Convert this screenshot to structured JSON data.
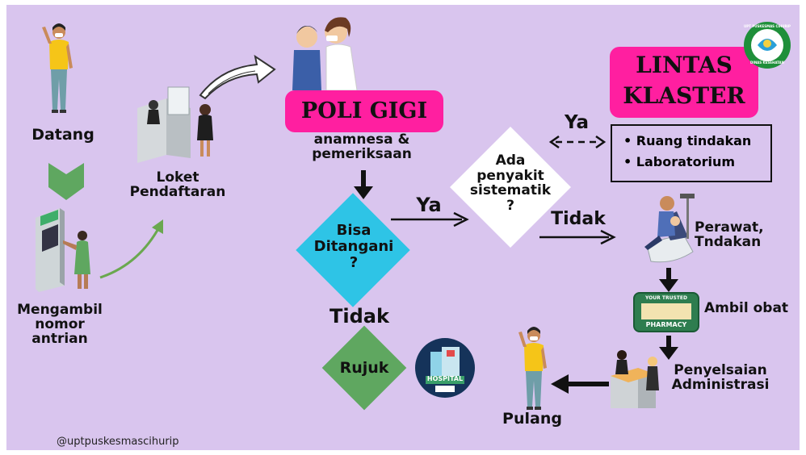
{
  "steps": {
    "datang": "Datang",
    "antrian": "Mengambil\nnomor\nantrian",
    "loket": "Loket\nPendaftaran",
    "poli": "POLI GIGI",
    "poli_sub": "anamnesa &\npemeriksaan",
    "bisa": "Bisa\nDitangani\n?",
    "tidak_1": "Tidak",
    "rujuk": "Rujuk",
    "hospital": "HOSPITAL",
    "ya_1": "Ya",
    "ada": "Ada\npenyakit\nsistematik\n?",
    "ya_2": "Ya",
    "tidak_2": "Tidak",
    "lintas": "LINTAS\nKLASTER",
    "lintas_items": [
      "Ruang tindakan",
      "Laboratorium"
    ],
    "perawat": "Perawat,\nTndakan",
    "obat": "Ambil obat",
    "pharmacy_top": "YOUR TRUSTED",
    "pharmacy": "PHARMACY",
    "penyelesaian": "Penyelsaian\nAdministrasi",
    "pulang": "Pulang",
    "handle": "@uptpuskesmascihurip"
  },
  "logo": {
    "ring_top": "UPT PUSKESMAS CIHURIP",
    "ring_bottom": "DINAS KESEHATAN"
  },
  "colors": {
    "background": "#d9c5ee",
    "pink": "#ff1fa0",
    "cyan": "#2ec4e6",
    "green": "#5fa760",
    "arrow_green": "#6aa84f"
  }
}
